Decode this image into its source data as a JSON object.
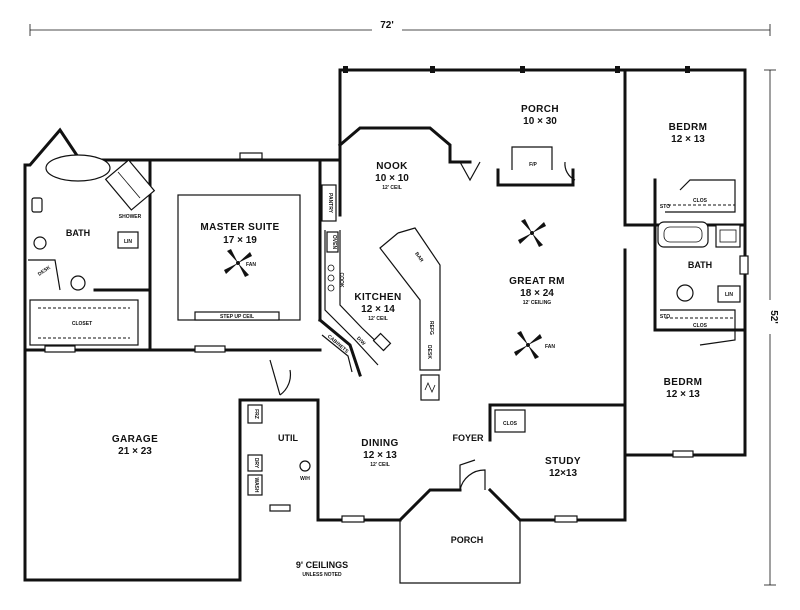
{
  "overall_dimensions": {
    "width": "72'",
    "depth": "52'"
  },
  "rooms": {
    "porch_rear": {
      "name": "PORCH",
      "size": "10 × 30"
    },
    "bedroom_top": {
      "name": "BEDRM",
      "size": "12 × 13"
    },
    "nook": {
      "name": "NOOK",
      "size": "10 × 10",
      "note": "12' CEIL"
    },
    "master_suite": {
      "name": "MASTER SUITE",
      "size": "17 × 19",
      "note": "STEP UP CEIL"
    },
    "bath_master": {
      "name": "BATH"
    },
    "closet_master": {
      "name": "CLOSET"
    },
    "kitchen": {
      "name": "KITCHEN",
      "size": "12 × 14",
      "note": "12' CEIL"
    },
    "great_room": {
      "name": "GREAT RM",
      "size": "18 × 24",
      "note": "12' CEILING"
    },
    "bath_hall": {
      "name": "BATH"
    },
    "bedroom_bottom": {
      "name": "BEDRM",
      "size": "12 × 13"
    },
    "garage": {
      "name": "GARAGE",
      "size": "21 × 23"
    },
    "utility": {
      "name": "UTIL"
    },
    "dining": {
      "name": "DINING",
      "size": "12 × 13",
      "note": "12' CEIL"
    },
    "foyer": {
      "name": "FOYER"
    },
    "study": {
      "name": "STUDY",
      "size": "12×13"
    },
    "porch_front": {
      "name": "PORCH"
    }
  },
  "fixtures": {
    "fireplace": "F/P",
    "pantry": "PANTRY",
    "oven": "OVEN",
    "cook": "COOK",
    "bar": "BAR",
    "refrigerator": "REFG",
    "dishwasher": "D/W",
    "desk": "DESK",
    "shower": "SHOWER",
    "linen": "LIN",
    "closet": "CLOS",
    "storage": "STO",
    "fan": "FAN",
    "freezer": "FRZ",
    "washer": "WASH",
    "dryer": "DRY",
    "water_heater": "W/H",
    "cabinets": "CABINETS"
  },
  "footer_note": {
    "line1": "9' CEILINGS",
    "line2": "UNLESS NOTED"
  }
}
